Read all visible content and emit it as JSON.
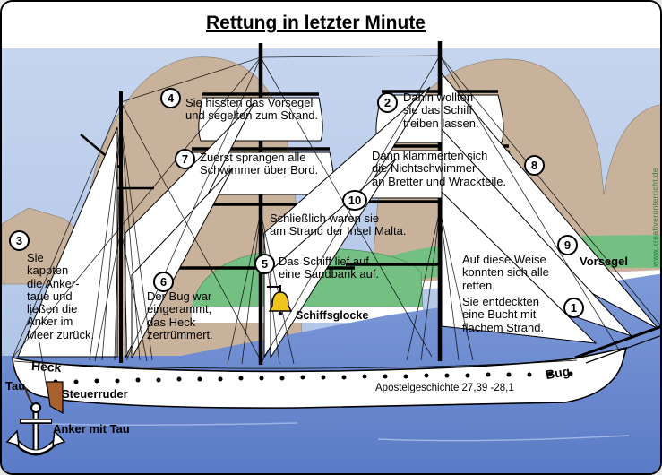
{
  "title": "Rettung in letzter Minute",
  "callouts": [
    {
      "num": "1",
      "text": "Sie entdeckten\neine Bucht mit\nflachem Strand."
    },
    {
      "num": "2",
      "text": "Dahin wollten\nsie das Schiff\ntreiben lassen."
    },
    {
      "num": "3",
      "text": "Sie\nkappten\ndie Anker-\ntaue und\nließen die\nAnker im\nMeer zurück."
    },
    {
      "num": "4",
      "text": "Sie hissten das Vorsegel\nund segelten zum Strand."
    },
    {
      "num": "5",
      "text": "Das Schiff lief auf\neine Sandbank auf."
    },
    {
      "num": "6",
      "text": "Der Bug war\neingerammt,\ndas Heck\nzertrümmert."
    },
    {
      "num": "7",
      "text": "Zuerst sprangen alle\nSchwimmer über Bord."
    },
    {
      "num": "8",
      "text": "Dann klammerten sich\ndie Nichtschwimmer\nan Bretter und Wrackteile."
    },
    {
      "num": "9",
      "text": "Auf diese Weise\nkonnten sich alle\nretten."
    },
    {
      "num": "10",
      "text": "Schließlich waren sie\nam Strand der Insel Malta."
    }
  ],
  "labels": {
    "vorsegel": "Vorsegel",
    "schiffsglocke": "Schiffsglocke",
    "heck": "Heck",
    "bug": "Bug",
    "tau": "Tau",
    "steuerruder": "Steuerruder",
    "anker_mit_tau": "Anker mit Tau",
    "bibelstelle": "Apostelgeschichte 27,39 -28,1"
  },
  "footer": {
    "website": "www.kreativerunterricht.de"
  },
  "colors": {
    "sky": "#b5c9e8",
    "water": "#6386cd",
    "hills": "#c9b29b",
    "coast_green": "#74c083",
    "bell": "#eec41d",
    "rudder": "#a9612f",
    "website_text": "#1b7f3a"
  }
}
